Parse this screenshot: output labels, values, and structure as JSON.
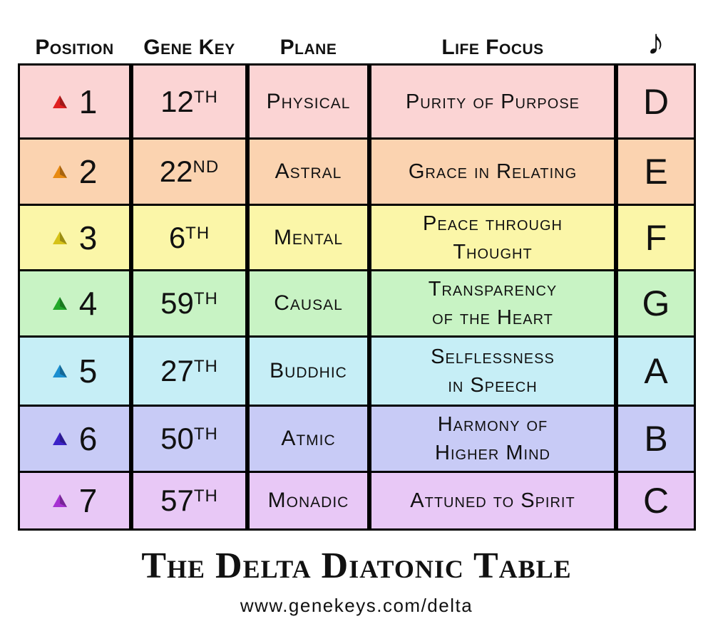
{
  "header": {
    "position": "Position",
    "gene_key": "Gene Key",
    "plane": "Plane",
    "life_focus": "Life Focus",
    "note_symbol": "♪"
  },
  "rows": [
    {
      "position": "1",
      "gene_key": "12",
      "suffix": "TH",
      "plane": "Physical",
      "focus": [
        "Purity of Purpose"
      ],
      "note": "D",
      "bg": "#fbd4d4",
      "triangle": "#e02020"
    },
    {
      "position": "2",
      "gene_key": "22",
      "suffix": "ND",
      "plane": "Astral",
      "focus": [
        "Grace in Relating"
      ],
      "note": "E",
      "bg": "#fbd3b0",
      "triangle": "#e88a12"
    },
    {
      "position": "3",
      "gene_key": "6",
      "suffix": "TH",
      "plane": "Mental",
      "focus": [
        "Peace through",
        "Thought"
      ],
      "note": "F",
      "bg": "#fbf6a8",
      "triangle": "#d6c218"
    },
    {
      "position": "4",
      "gene_key": "59",
      "suffix": "TH",
      "plane": "Causal",
      "focus": [
        "Transparency",
        "of the Heart"
      ],
      "note": "G",
      "bg": "#c8f3c4",
      "triangle": "#22a82a"
    },
    {
      "position": "5",
      "gene_key": "27",
      "suffix": "TH",
      "plane": "Buddhic",
      "focus": [
        "Selflessness",
        "in Speech"
      ],
      "note": "A",
      "bg": "#c6eef6",
      "triangle": "#1b8fd0"
    },
    {
      "position": "6",
      "gene_key": "50",
      "suffix": "TH",
      "plane": "Atmic",
      "focus": [
        "Harmony of",
        "Higher Mind"
      ],
      "note": "B",
      "bg": "#c8cbf6",
      "triangle": "#3c22c8"
    },
    {
      "position": "7",
      "gene_key": "57",
      "suffix": "TH",
      "plane": "Monadic",
      "focus": [
        "Attuned to Spirit"
      ],
      "note": "C",
      "bg": "#e8c8f6",
      "triangle": "#a632d2"
    }
  ],
  "footer": {
    "title": "The Delta Diatonic Table",
    "url": "www.genekeys.com/delta"
  }
}
